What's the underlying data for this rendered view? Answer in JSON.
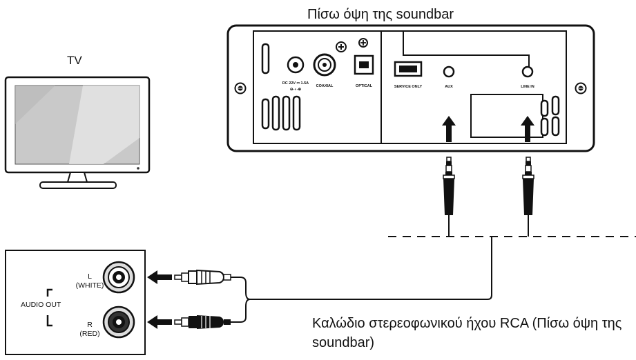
{
  "captions": {
    "soundbar_back": "Πίσω όψη της soundbar",
    "tv": "TV",
    "cable": "Καλώδιο στερεοφωνικού ήχου RCA (Πίσω όψη της soundbar)"
  },
  "soundbar": {
    "port_labels": {
      "power": "DC 22V ⎓ 1.5A",
      "coaxial": "COAXIAL",
      "optical": "OPTICAL",
      "service": "SERVICE ONLY",
      "aux": "AUX",
      "line_in": "LINE IN"
    }
  },
  "tv_panel": {
    "audio_out": "AUDIO OUT",
    "left_label": "L",
    "left_color": "(WHITE)",
    "right_label": "R",
    "right_color": "(RED)"
  }
}
